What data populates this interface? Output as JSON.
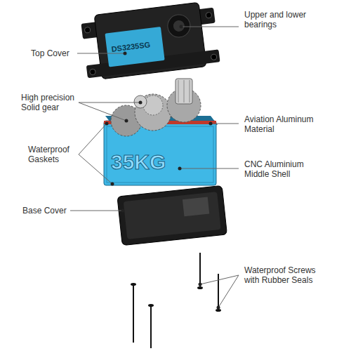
{
  "diagram": {
    "labels": [
      "Upper and lower bearings",
      "Top Cover",
      "High precision Solid gear",
      "Aviation Aluminum Material",
      "Waterproof Gaskets",
      "CNC Aluminium Middle Shell",
      "Base Cover",
      "Waterproof Screws with Rubber Seals",
      "DS3235SG",
      "35KG"
    ]
  }
}
